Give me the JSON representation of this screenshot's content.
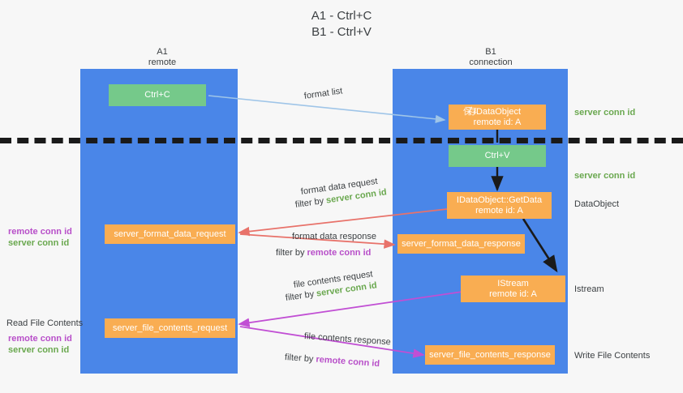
{
  "title": {
    "line1": "A1 - Ctrl+C",
    "line2": "B1 - Ctrl+V"
  },
  "columns": [
    {
      "id": "a1",
      "name": "A1",
      "sub": "remote"
    },
    {
      "id": "b1",
      "name": "B1",
      "sub": "connection"
    }
  ],
  "colors": {
    "lane": "#4a86e8",
    "green_box": "#75c98a",
    "orange_box": "#f9ad52",
    "server_conn": "#6aa84f",
    "remote_conn": "#b84fc9",
    "arrow_blue": "#9fc5e8",
    "arrow_red": "#e8726a",
    "arrow_magenta": "#c14fd4",
    "arrow_black": "#1a1a1a",
    "background": "#f7f7f7",
    "text": "#3c4043"
  },
  "boxes": {
    "ctrl_c": "Ctrl+C",
    "ctrl_v": "Ctrl+V",
    "idataobject": {
      "line1": "IDataObject",
      "line2": "remote id: A",
      "prefix_glyph1": "保",
      "prefix_glyph2": "存"
    },
    "getdata": {
      "line1": "IDataObject::GetData",
      "line2": "remote id: A"
    },
    "istream": {
      "line1": "IStream",
      "line2": "remote id: A"
    },
    "server_format_data_request": "server_format_data_request",
    "server_format_data_response": "server_format_data_response",
    "server_file_contents_request": "server_file_contents_request",
    "server_file_contents_response": "server_file_contents_response"
  },
  "edge_labels": {
    "format_list": "format list",
    "format_data_request": "format data request",
    "format_data_response": "format data response",
    "file_contents_request": "file contents request",
    "file_contents_response": "file contents response",
    "filter_by": "filter by ",
    "server_conn_id": "server conn id",
    "remote_conn_id": "remote conn id"
  },
  "right_labels": {
    "server_conn_id_top": "server conn id",
    "server_conn_id_second": "server conn id",
    "dataobject": "DataObject",
    "istream": "Istream",
    "write_file_contents": "Write File Contents"
  },
  "left_labels": {
    "remote_conn_id_1": "remote conn id",
    "server_conn_id_1": "server conn id",
    "read_file_contents": "Read File Contents",
    "remote_conn_id_2": "remote conn id",
    "server_conn_id_2": "server conn id"
  }
}
